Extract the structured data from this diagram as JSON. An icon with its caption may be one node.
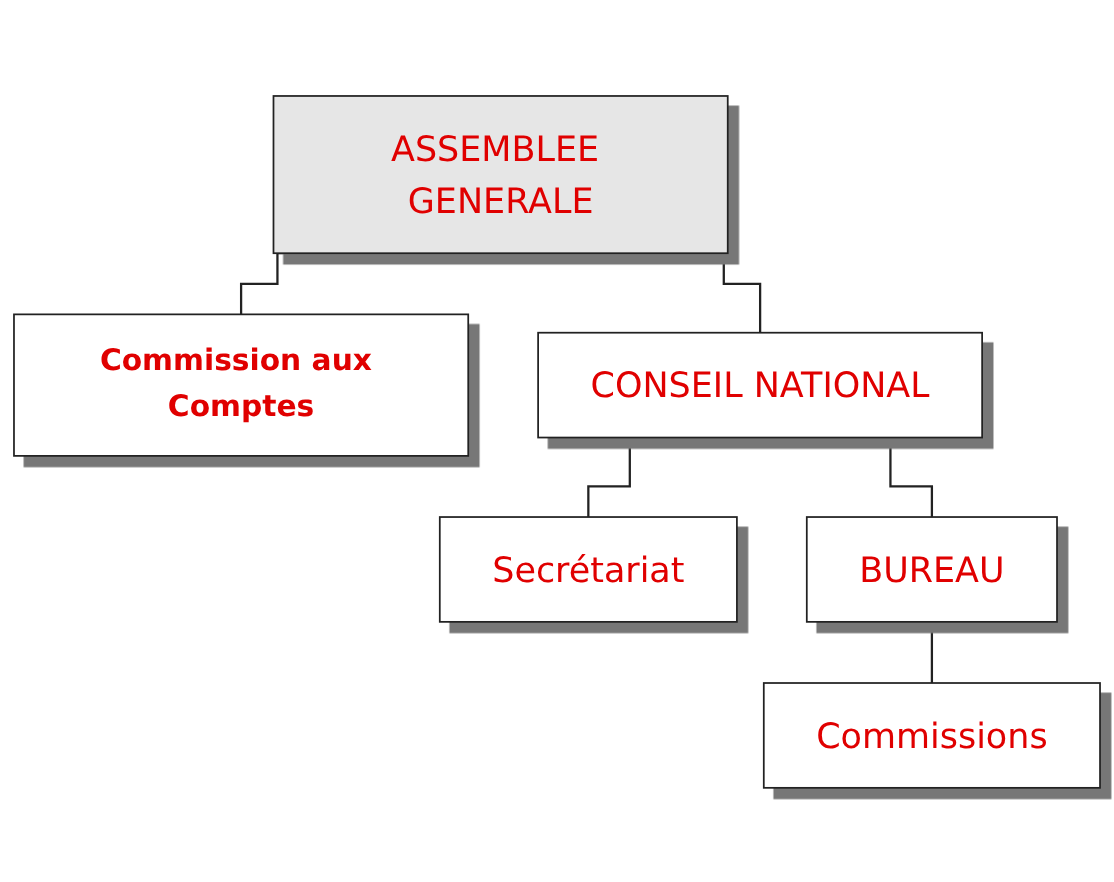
{
  "diagram": {
    "nodes": [
      {
        "text": [
          "ASSEMBLEE GENERALE"
        ]
      },
      {
        "text": [
          "Commission aux Comptes"
        ]
      },
      {
        "text": [
          "CONSEIL NATIONAL"
        ]
      },
      {
        "text": [
          "Secrétariat"
        ]
      },
      {
        "text": [
          "BUREAU"
        ]
      },
      {
        "text": [
          "Commissions"
        ]
      }
    ],
    "edges": [
      {
        "from": 0,
        "to": 2,
        "arrow": "none"
      },
      {
        "from": 0,
        "to": 1,
        "arrow": "none"
      },
      {
        "from": 2,
        "to": 4,
        "arrow": "none"
      },
      {
        "from": 2,
        "to": 3,
        "arrow": "none"
      },
      {
        "from": 4,
        "to": 5,
        "arrow": "none"
      }
    ]
  }
}
